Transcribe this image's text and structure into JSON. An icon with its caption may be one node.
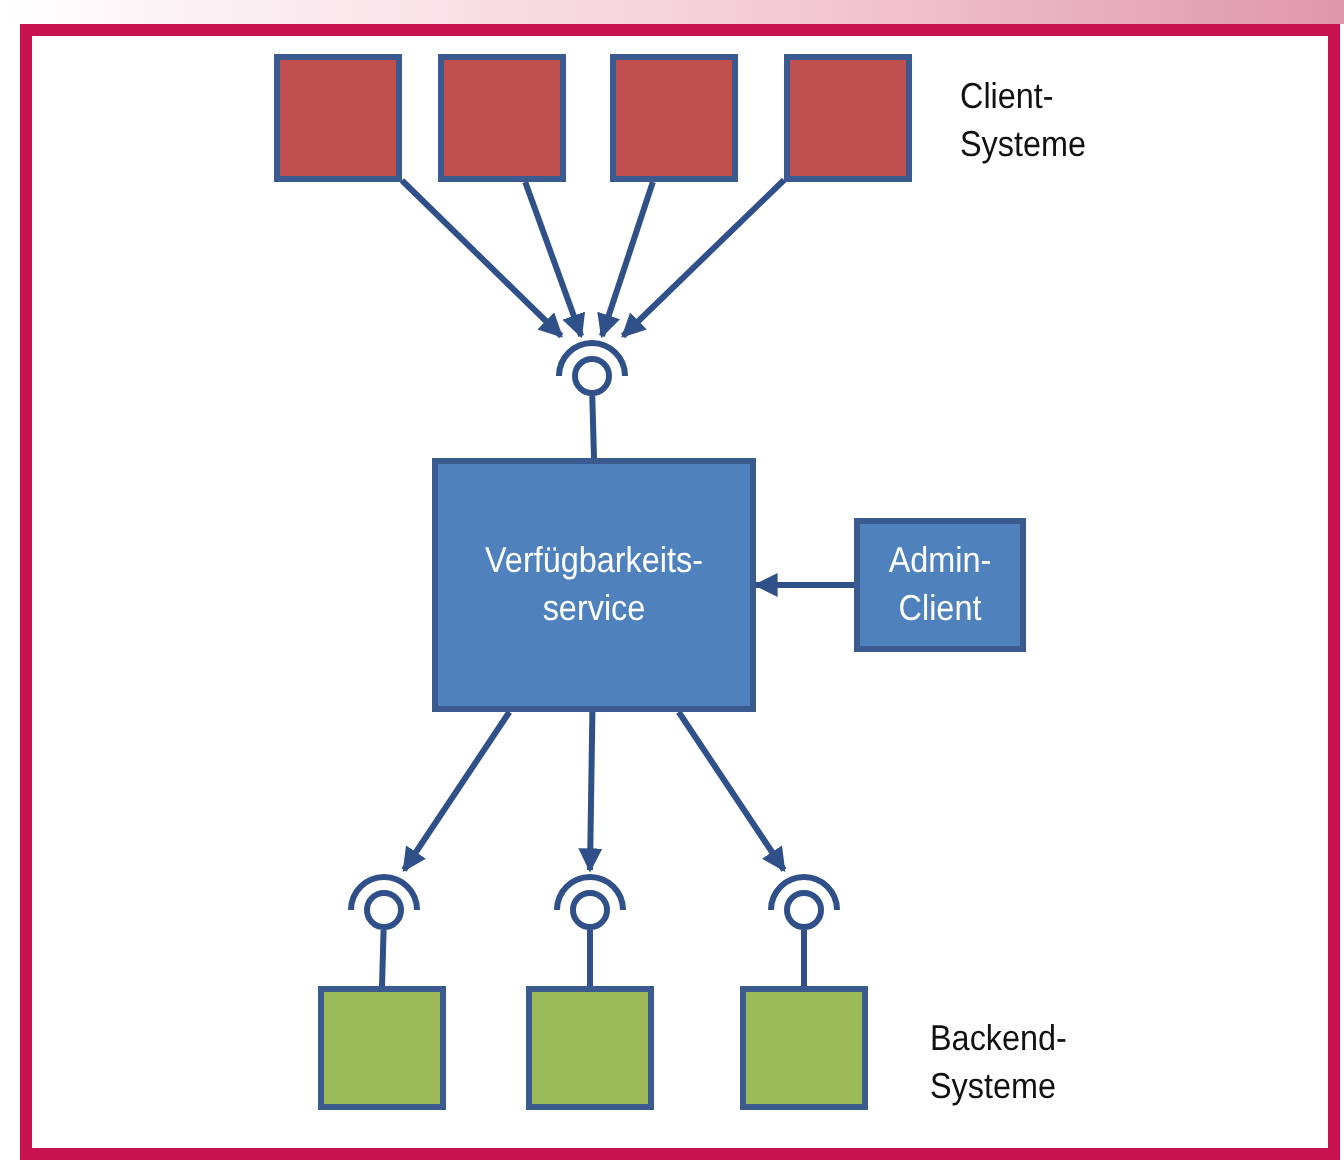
{
  "diagram": {
    "nodes": [
      {
        "text": [],
        "shape": "box"
      },
      {
        "text": [],
        "shape": "box"
      },
      {
        "text": [],
        "shape": "box"
      },
      {
        "text": [],
        "shape": "box"
      },
      {
        "text": [],
        "shape": "circle"
      },
      {
        "text": [
          "Verfügbarkeits- service"
        ]
      },
      {
        "text": [
          "Admin- Client"
        ]
      },
      {
        "text": [],
        "shape": "circle"
      },
      {
        "text": [],
        "shape": "circle"
      },
      {
        "text": [],
        "shape": "circle"
      },
      {
        "text": [],
        "shape": "box"
      },
      {
        "text": [],
        "shape": "box"
      },
      {
        "text": [],
        "shape": "box"
      }
    ],
    "edges": [
      {
        "from": 0,
        "to": 4,
        "arrow": "to"
      },
      {
        "from": 1,
        "to": 4,
        "arrow": "to"
      },
      {
        "from": 2,
        "to": 4,
        "arrow": "to"
      },
      {
        "from": 3,
        "to": 4,
        "arrow": "to"
      },
      {
        "from": 4,
        "to": 5,
        "arrow": "none"
      },
      {
        "from": 6,
        "to": 5,
        "arrow": "to"
      },
      {
        "from": 5,
        "to": 7,
        "arrow": "to"
      },
      {
        "from": 5,
        "to": 8,
        "arrow": "to"
      },
      {
        "from": 5,
        "to": 9,
        "arrow": "to"
      },
      {
        "from": 7,
        "to": 10,
        "arrow": "none"
      },
      {
        "from": 8,
        "to": 11,
        "arrow": "none"
      },
      {
        "from": 9,
        "to": 12,
        "arrow": "none"
      }
    ],
    "labels": [
      "Client- Systeme",
      "Backend- Systeme"
    ]
  }
}
